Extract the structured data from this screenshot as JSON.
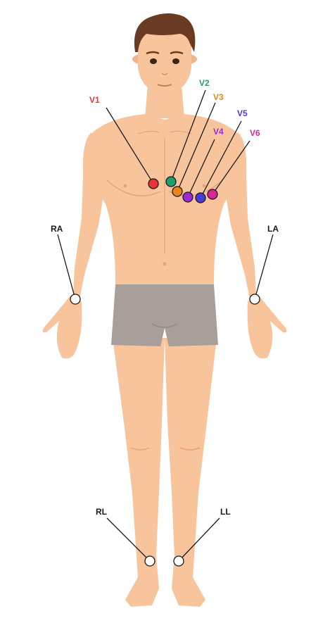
{
  "colors": {
    "skin": "#f8c49c",
    "skin_line": "#e8a27a",
    "hair": "#6b3a22",
    "shorts": "#a89e9a",
    "leader_line": "#1a1a1a",
    "limb_electrode": "#ffffff"
  },
  "chest_leads": [
    {
      "label": "V1",
      "color": "#e8333a"
    },
    {
      "label": "V2",
      "color": "#1fa06a"
    },
    {
      "label": "V3",
      "color": "#f0821e"
    },
    {
      "label": "V4",
      "color": "#9b2bd6"
    },
    {
      "label": "V5",
      "color": "#4a3ad8"
    },
    {
      "label": "V6",
      "color": "#d8259a"
    }
  ],
  "limb_leads": [
    {
      "label": "RA"
    },
    {
      "label": "LA"
    },
    {
      "label": "RL"
    },
    {
      "label": "LL"
    }
  ]
}
